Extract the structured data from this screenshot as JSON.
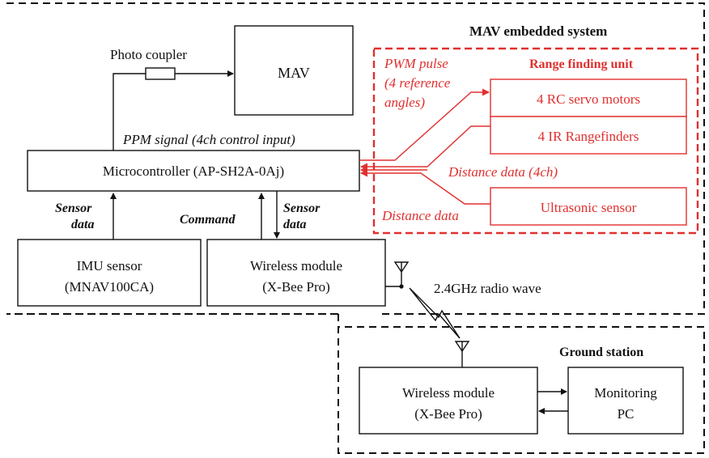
{
  "mav_system": {
    "title": "MAV embedded system",
    "mav_label": "MAV",
    "photo_coupler_label": "Photo coupler",
    "ppm_signal_label": "PPM signal (4ch control input)",
    "microcontroller_label": "Microcontroller (AP-SH2A-0Aj)",
    "sensor_data_left_1": "Sensor",
    "sensor_data_left_2": "data",
    "command_label": "Command",
    "sensor_data_right_1": "Sensor",
    "sensor_data_right_2": "data",
    "imu_label_1": "IMU sensor",
    "imu_label_2": "(MNAV100CA)",
    "wireless_label_1": "Wireless module",
    "wireless_label_2": "(X-Bee Pro)",
    "radio_label": "2.4GHz radio wave"
  },
  "range_unit": {
    "title": "Range finding unit",
    "pwm_label_1": "PWM pulse",
    "pwm_label_2": "(4 reference",
    "pwm_label_3": "angles)",
    "servo_label": "4 RC servo motors",
    "ir_label": "4 IR Rangefinders",
    "distance_4ch_label": "Distance data  (4ch)",
    "distance_label": "Distance data",
    "ultrasonic_label": "Ultrasonic sensor"
  },
  "ground_station": {
    "title": "Ground station",
    "wireless_label_1": "Wireless module",
    "wireless_label_2": "(X-Bee Pro)",
    "monitoring_label_1": "Monitoring",
    "monitoring_label_2": "PC"
  },
  "colors": {
    "accent_red": "#e0302f",
    "line": "#111111"
  }
}
